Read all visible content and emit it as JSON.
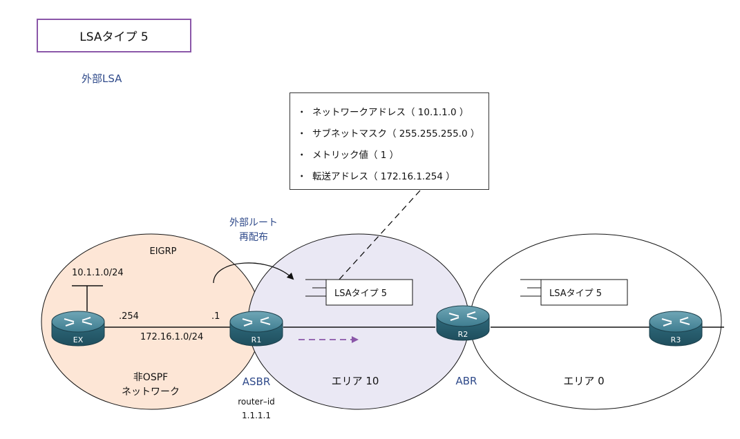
{
  "title": "LSAタイプ 5",
  "subtitle": "外部LSA",
  "info_box": {
    "items": [
      "ネットワークアドレス（ 10.1.1.0 ）",
      "サブネットマスク（ 255.255.255.0 ）",
      "メトリック値（ 1 ）",
      "転送アドレス（ 172.16.1.254 ）"
    ]
  },
  "redistribution_label": [
    "外部ルート",
    "再配布"
  ],
  "eigrp": {
    "label": "EIGRP",
    "network": "10.1.1.0/24",
    "non_ospf_label": [
      "非OSPF",
      "ネットワーク"
    ],
    "fill_color": "#fde6d6"
  },
  "link": {
    "network": "172.16.1.0/24",
    "ex_addr": ".254",
    "r1_addr": ".1"
  },
  "routers": {
    "ex": "EX",
    "r1": "R1",
    "r2": "R2",
    "r3": "R3"
  },
  "roles": {
    "asbr": "ASBR",
    "abr": "ABR",
    "router_id_label": "router–id",
    "router_id": "1.1.1.1"
  },
  "areas": {
    "area10": "エリア 10",
    "area10_fill": "#eae8f4",
    "area0": "エリア 0"
  },
  "lsa_labels": {
    "area10": "LSAタイプ 5",
    "area0": "LSAタイプ 5"
  },
  "colors": {
    "accent": "#8a56a8",
    "label_blue": "#2f4a8a",
    "router": "#2e6f82"
  }
}
